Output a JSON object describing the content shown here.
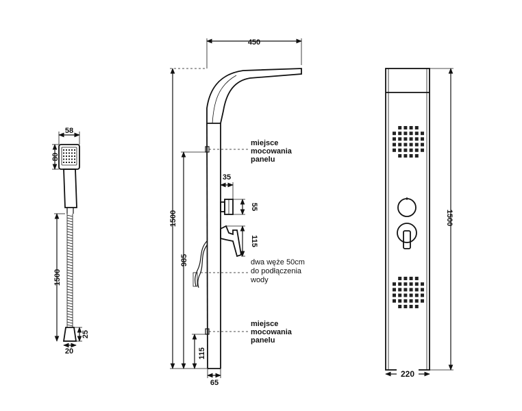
{
  "handshower": {
    "width_label": "58",
    "head_label": "80",
    "hose_label": "1500",
    "base_height_label": "25",
    "base_width_label": "20"
  },
  "side_view": {
    "top_width_label": "450",
    "height_label": "1500",
    "mount_height_label": "985",
    "bottom_label": "115",
    "depth_label": "65",
    "knob_depth_label": "35",
    "knob_height_label": "55",
    "lever_height_label": "115",
    "mount_note_top": [
      "miejsce",
      "mocowania",
      "panelu"
    ],
    "hose_note": [
      "dwa węże 50cm",
      "do podłączenia",
      "wody"
    ],
    "mount_note_bottom": [
      "miejsce",
      "mocowania",
      "panelu"
    ]
  },
  "front_view": {
    "height_label": "1500",
    "width_label": "220"
  }
}
